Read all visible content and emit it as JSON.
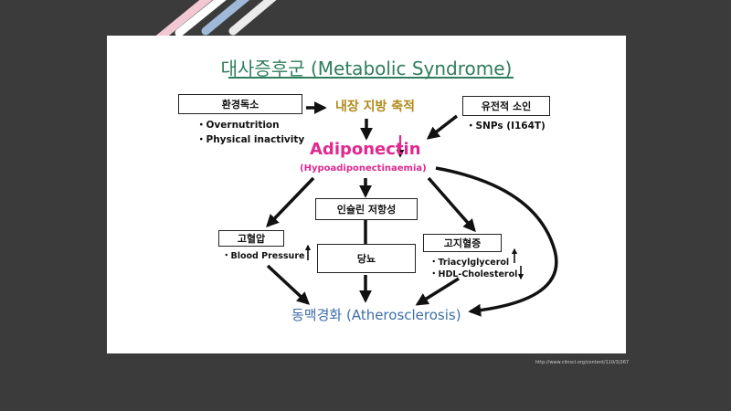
{
  "slide": {
    "title": "대사증후군 (Metabolic Syndrome)",
    "env_box": "환경독소",
    "env_bullets": [
      "・Overnutrition",
      "・Physical inactivity"
    ],
    "visceral": "내장 지방 축적",
    "genetic_box": "유전적 소인",
    "genetic_bullets": [
      "・SNPs (I164T)"
    ],
    "adiponectin": "Adiponectin",
    "hypo": "(Hypoadiponectinaemia)",
    "insulin_box": "인슐린 저항성",
    "bp_box": "고혈압",
    "bp_bullets": [
      "・Blood Pressure"
    ],
    "diabetes_box": "당뇨",
    "lipid_box": "고지혈증",
    "lipid_bullets": [
      "・Triacylglycerol",
      "・HDL-Cholesterol"
    ],
    "atherosclerosis": "동맥경화 (Atherosclerosis)"
  },
  "source_url": "http://www.clinsci.org/content/110/3/267",
  "colors": {
    "background": "#3b3b3b",
    "title": "#2e7d5b",
    "visceral": "#b08a1c",
    "adiponectin": "#e0288f",
    "atherosclerosis": "#3b6ea8"
  }
}
